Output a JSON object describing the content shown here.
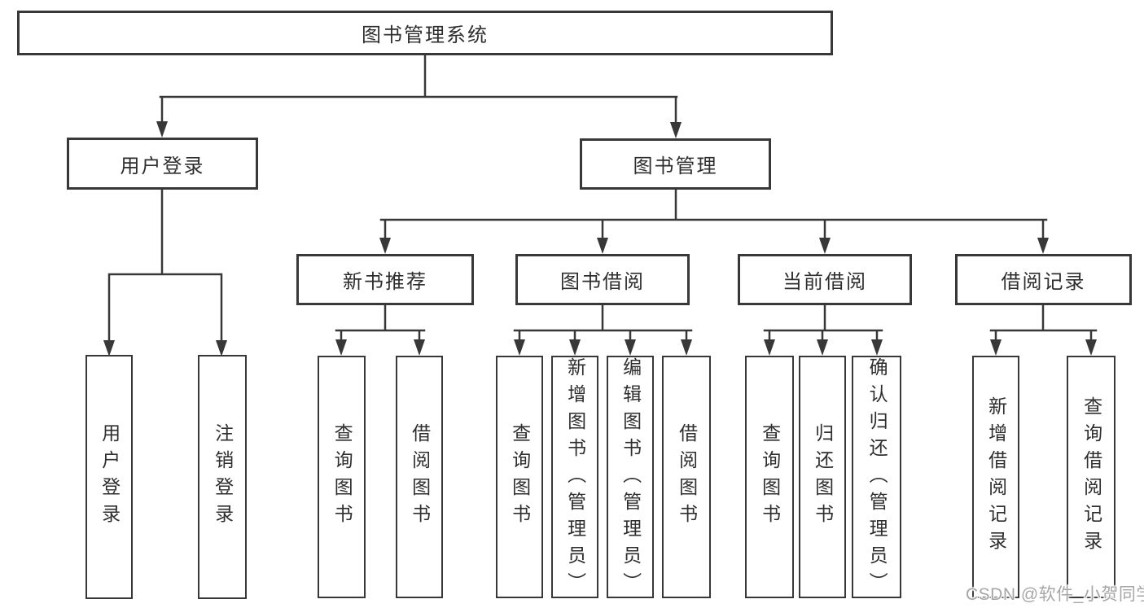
{
  "diagram_type": "hierarchy-diagram",
  "colors": {
    "line": "#383838",
    "text": "#2e2e2e",
    "background": "#ffffff",
    "watermark": "#a6a6a6"
  },
  "watermark": "CSDN @软件_小贺同学",
  "tree": {
    "root": "图书管理系统",
    "children": [
      {
        "label": "用户登录",
        "children": [
          "用户登录",
          "注销登录"
        ]
      },
      {
        "label": "图书管理",
        "children": [
          {
            "label": "新书推荐",
            "children": [
              "查询图书",
              "借阅图书"
            ]
          },
          {
            "label": "图书借阅",
            "children": [
              "查询图书",
              "新增图书（管理员）",
              "编辑图书（管理员）",
              "借阅图书"
            ]
          },
          {
            "label": "当前借阅",
            "children": [
              "查询图书",
              "归还图书",
              "确认归还（管理员）"
            ]
          },
          {
            "label": "借阅记录",
            "children": [
              "新增借阅记录",
              "查询借阅记录"
            ]
          }
        ]
      }
    ]
  }
}
